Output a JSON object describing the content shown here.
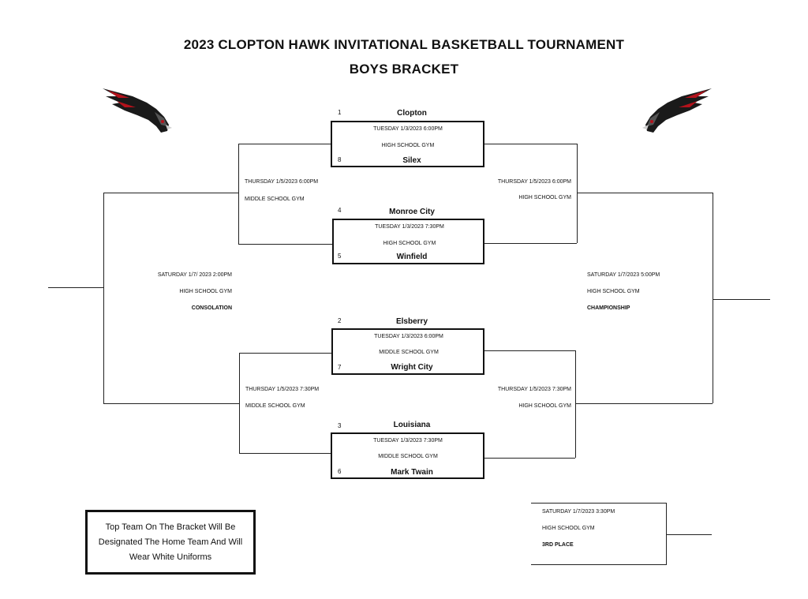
{
  "header": {
    "title": "2023 CLOPTON HAWK INVITATIONAL BASKETBALL TOURNAMENT",
    "subtitle": "BOYS BRACKET"
  },
  "logos": {
    "left_icon": "hawk-mascot-icon",
    "right_icon": "hawk-mascot-icon"
  },
  "first_round": [
    {
      "top_seed": "1",
      "top_team": "Clopton",
      "time": "TUESDAY 1/3/2023  6:00PM",
      "location": "HIGH SCHOOL GYM",
      "bottom_seed": "8",
      "bottom_team": "Silex"
    },
    {
      "top_seed": "4",
      "top_team": "Monroe City",
      "time": "TUESDAY  1/3/2023 7:30PM",
      "location": "HIGH SCHOOL GYM",
      "bottom_seed": "5",
      "bottom_team": "Winfield"
    },
    {
      "top_seed": "2",
      "top_team": "Elsberry",
      "time": "TUESDAY  1/3/2023 6:00PM",
      "location": "MIDDLE SCHOOL GYM",
      "bottom_seed": "7",
      "bottom_team": "Wright City"
    },
    {
      "top_seed": "3",
      "top_team": "Louisiana",
      "time": "TUESDAY  1/3/2023 7:30PM",
      "location": "MIDDLE SCHOOL GYM",
      "bottom_seed": "6",
      "bottom_team": "Mark Twain"
    }
  ],
  "second_round": {
    "left_top": {
      "time": "THURSDAY  1/5/2023 6:00PM",
      "location": "MIDDLE SCHOOL GYM"
    },
    "right_top": {
      "time": "THURSDAY 1/5/2023 6:00PM",
      "location": "HIGH SCHOOL GYM"
    },
    "left_bottom": {
      "time": "THURSDAY 1/5/2023 7:30PM",
      "location": "MIDDLE SCHOOL GYM"
    },
    "right_bottom": {
      "time": "THURSDAY 1/5/2023 7:30PM",
      "location": "HIGH SCHOOL GYM"
    }
  },
  "consolation": {
    "time": "SATURDAY 1/7/ 2023 2:00PM",
    "location": "HIGH SCHOOL  GYM",
    "label": "CONSOLATION"
  },
  "championship": {
    "time": "SATURDAY 1/7/2023  5:00PM",
    "location": "HIGH SCHOOL  GYM",
    "label": "CHAMPIONSHIP"
  },
  "third_place": {
    "time": "SATURDAY 1/7/2023  3:30PM",
    "location": "HIGH SCHOOL GYM",
    "label": "3RD PLACE"
  },
  "note": {
    "line1": "Top Team On The Bracket Will Be",
    "line2": "Designated The Home Team And Will",
    "line3": "Wear White Uniforms"
  },
  "colors": {
    "line": "#222222",
    "logo_red": "#b3121b",
    "logo_dark": "#1a1a1a"
  }
}
